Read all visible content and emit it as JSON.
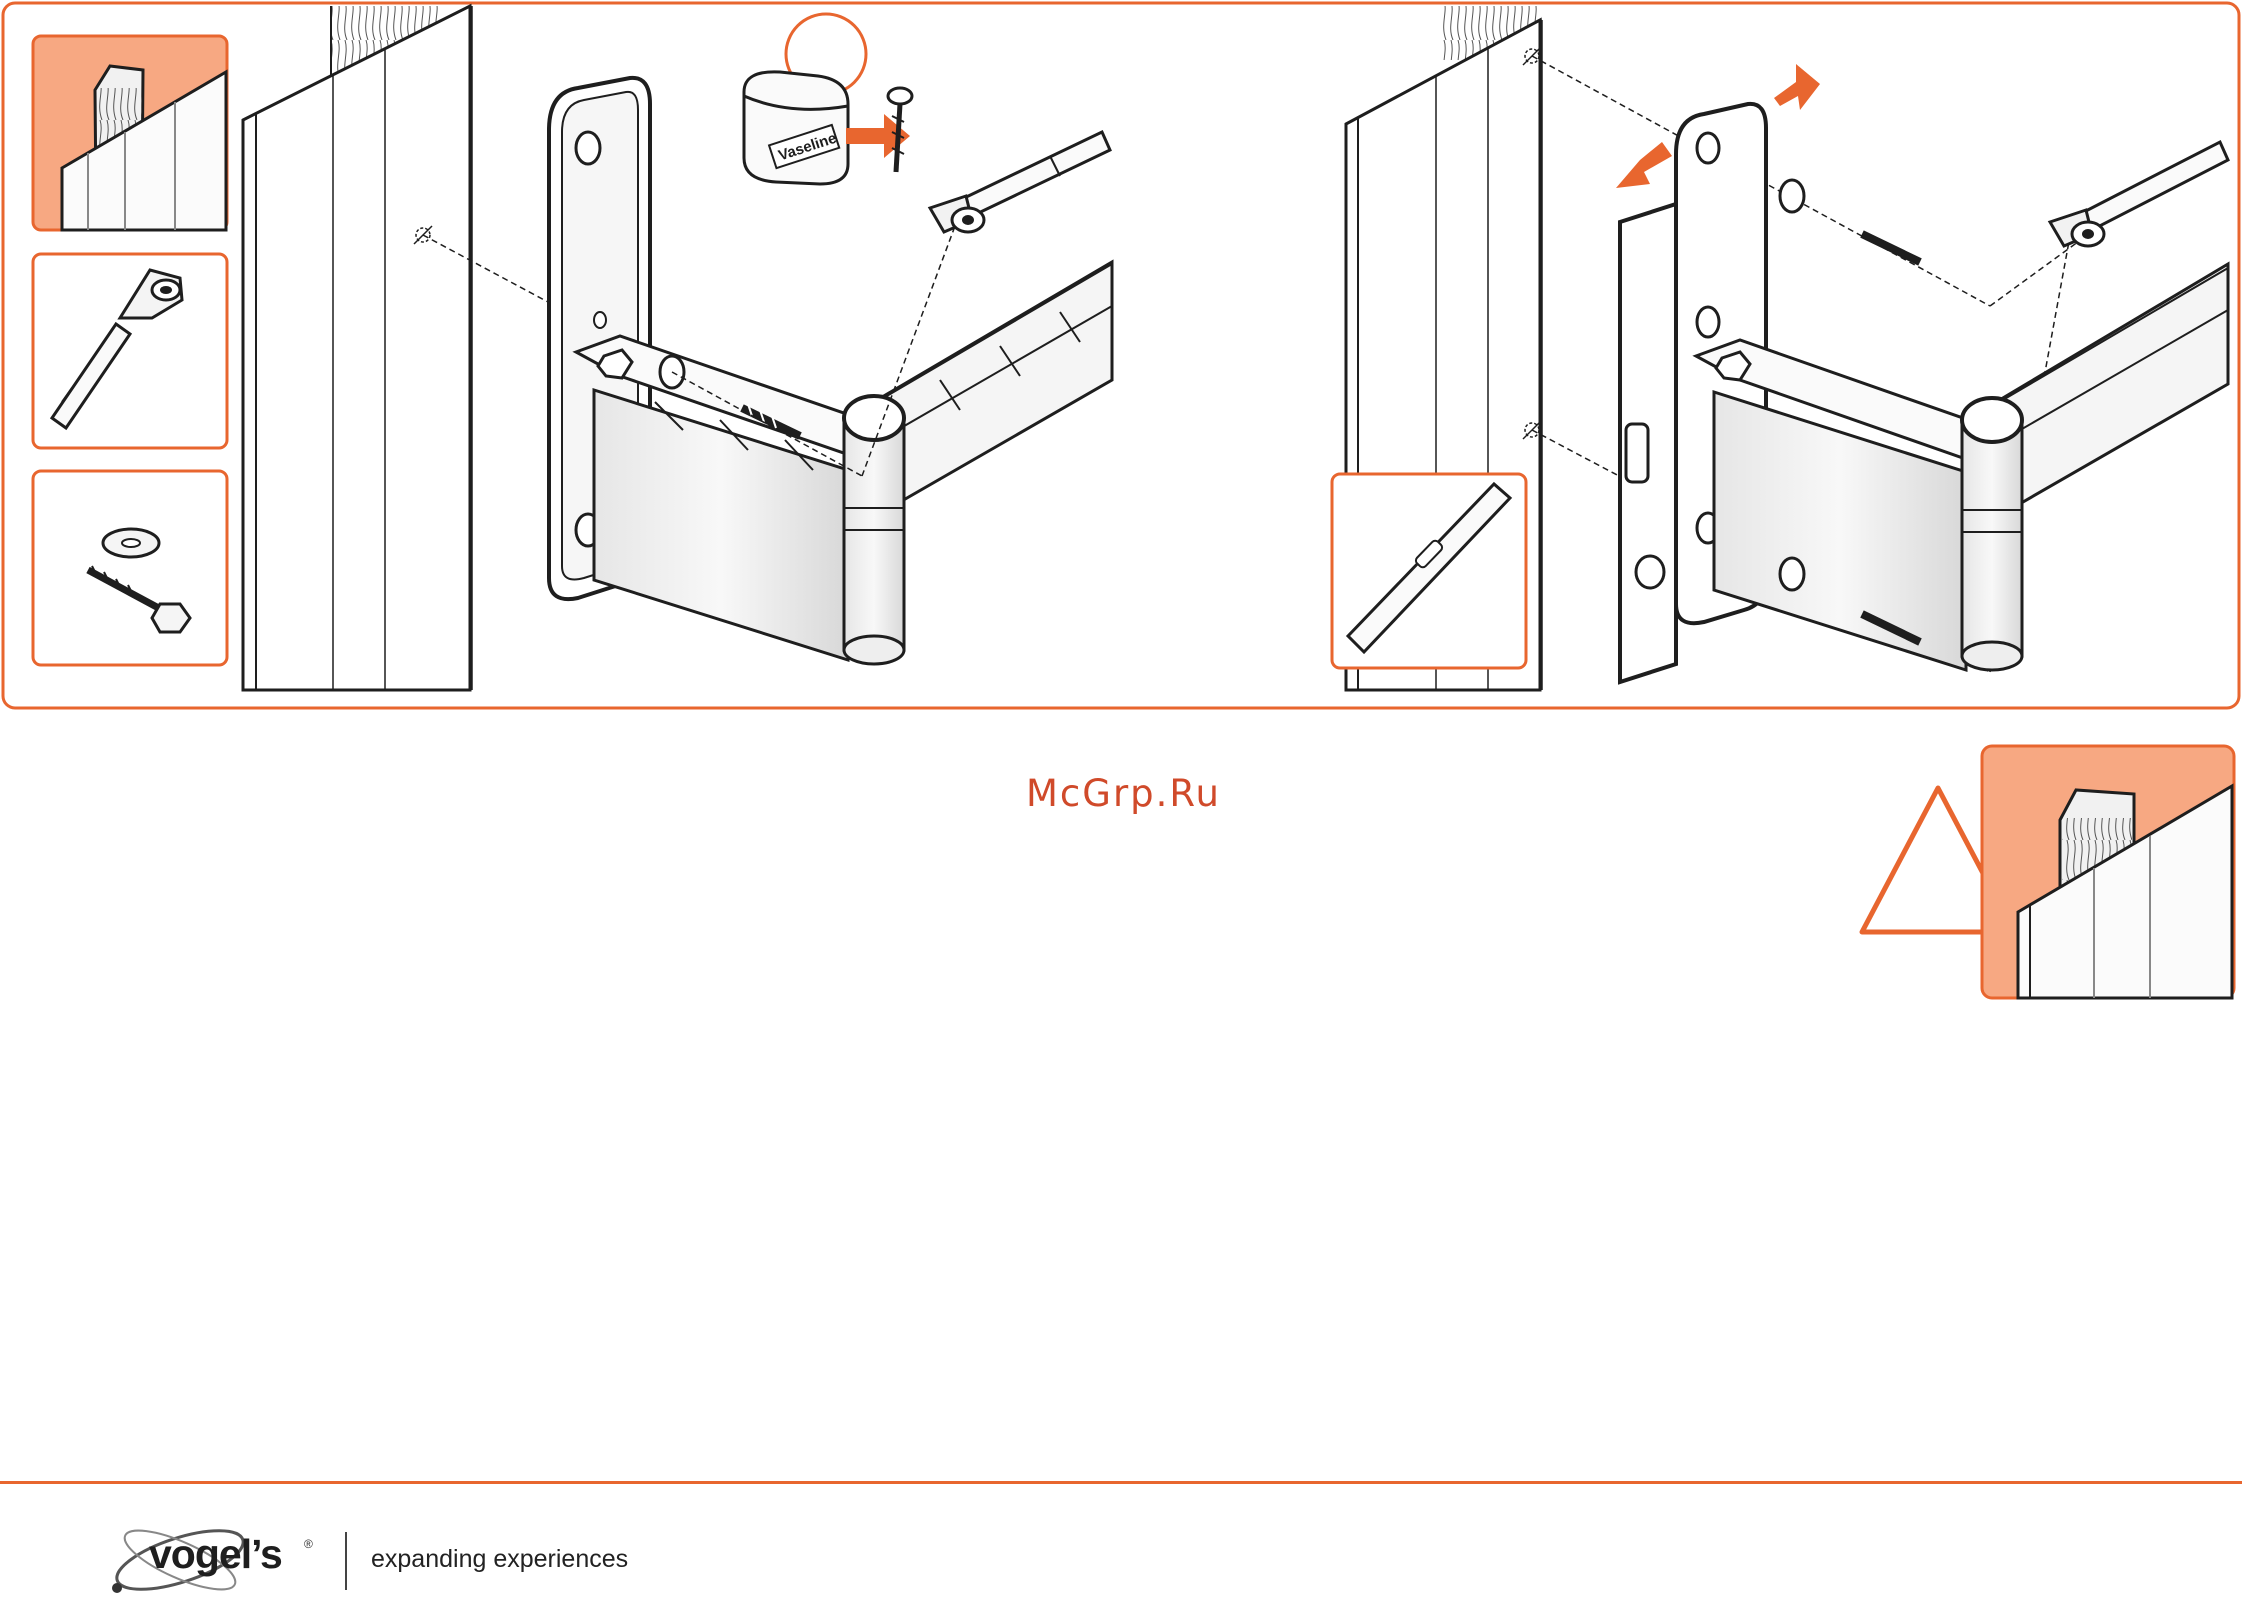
{
  "watermark": "McGrp.Ru",
  "illustration": {
    "label_vaseline": "Vaseline"
  },
  "brand": {
    "logo_text": "vogel’s",
    "tagline": "expanding experiences",
    "registered_mark": "®"
  },
  "colors": {
    "accent": "#e8662f",
    "accent_fill": "#f7a882",
    "line": "#1e1e1e"
  },
  "icons": [
    "wooden-wall-icon",
    "socket-wrench-icon",
    "washer-and-lag-screw-icon",
    "spirit-level-icon",
    "warning-triangle-icon",
    "arrow-right-icon",
    "arrow-left-icon"
  ]
}
